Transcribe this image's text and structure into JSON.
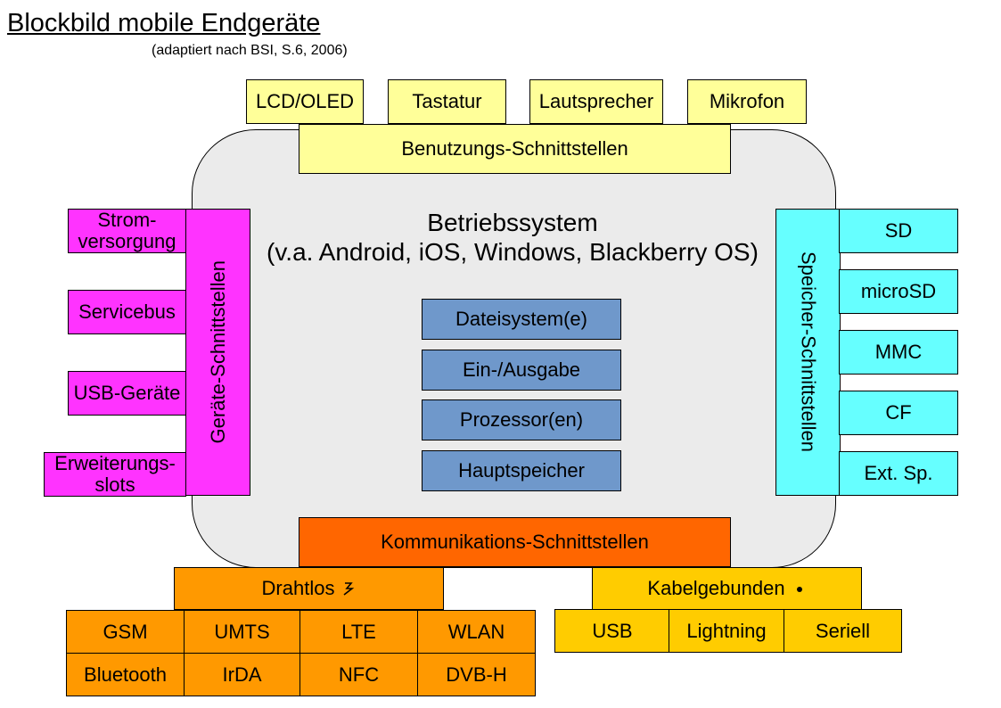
{
  "title": "Blockbild mobile Endgeräte",
  "subtitle": "(adaptiert nach BSI, S.6,  2006)",
  "os": {
    "line1": "Betriebssystem",
    "line2": "(v.a. Android, iOS, Windows, Blackberry OS)",
    "components": [
      "Dateisystem(e)",
      "Ein-/Ausgabe",
      "Prozessor(en)",
      "Hauptspeicher"
    ]
  },
  "user_interfaces": {
    "label": "Benutzungs-Schnittstellen",
    "items": [
      "LCD/OLED",
      "Tastatur",
      "Lautsprecher",
      "Mikrofon"
    ]
  },
  "device_interfaces": {
    "label": "Geräte-Schnittstellen",
    "items": [
      "Strom-\nversorgung",
      "Servicebus",
      "USB-Geräte",
      "Erweiterungs-\nslots"
    ]
  },
  "storage_interfaces": {
    "label": "Speicher-Schnittstellen",
    "items": [
      "SD",
      "microSD",
      "MMC",
      "CF",
      "Ext. Sp."
    ]
  },
  "communication_interfaces": {
    "label": "Kommunikations-Schnittstellen",
    "wireless": {
      "label": "Drahtlos",
      "icon": "lightning-icon",
      "items_row1": [
        "GSM",
        "UMTS",
        "LTE",
        "WLAN"
      ],
      "items_row2": [
        "Bluetooth",
        "IrDA",
        "NFC",
        "DVB-H"
      ]
    },
    "wired": {
      "label": "Kabelgebunden",
      "icon": "bullet-icon",
      "items": [
        "USB",
        "Lightning",
        "Seriell"
      ]
    }
  },
  "colors": {
    "user_interfaces": "#ffff99",
    "device_interfaces": "#ff33ff",
    "storage_interfaces": "#66ffff",
    "os_components": "#6f98cb",
    "communication": "#ff6600",
    "wireless": "#ff9900",
    "wired": "#ffcc00",
    "os_background": "#ebebeb"
  }
}
